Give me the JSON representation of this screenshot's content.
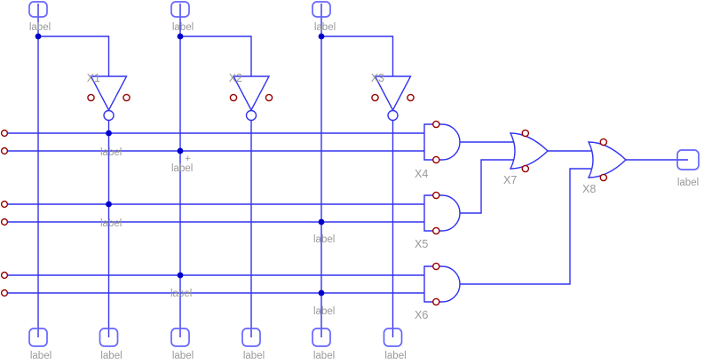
{
  "diagram_type": "logic-circuit-schematic",
  "colors": {
    "wire": "#3333f0",
    "terminal_outline": "#6666ff",
    "junction": "#0000cc",
    "port": "#990000",
    "text": "#999999",
    "gate_fill": "#ffffff"
  },
  "top_inputs": [
    {
      "label": "label"
    },
    {
      "label": "label"
    },
    {
      "label": "label"
    }
  ],
  "inverters": [
    {
      "name": "X1"
    },
    {
      "name": "X2"
    },
    {
      "name": "X3"
    }
  ],
  "and_gates": [
    {
      "name": "X4"
    },
    {
      "name": "X5"
    },
    {
      "name": "X6"
    }
  ],
  "or_gates": [
    {
      "name": "X7"
    },
    {
      "name": "X8"
    }
  ],
  "output_terminal": {
    "label": "label"
  },
  "bottom_terminals": [
    {
      "label": "label"
    },
    {
      "label": "label"
    },
    {
      "label": "label"
    },
    {
      "label": "label"
    },
    {
      "label": "label"
    },
    {
      "label": "label"
    }
  ],
  "wire_labels": [
    {
      "text": "label"
    },
    {
      "text": "label"
    },
    {
      "text": "label"
    },
    {
      "text": "label"
    },
    {
      "text": "label"
    },
    {
      "text": "label"
    }
  ],
  "plus_marker": "+"
}
